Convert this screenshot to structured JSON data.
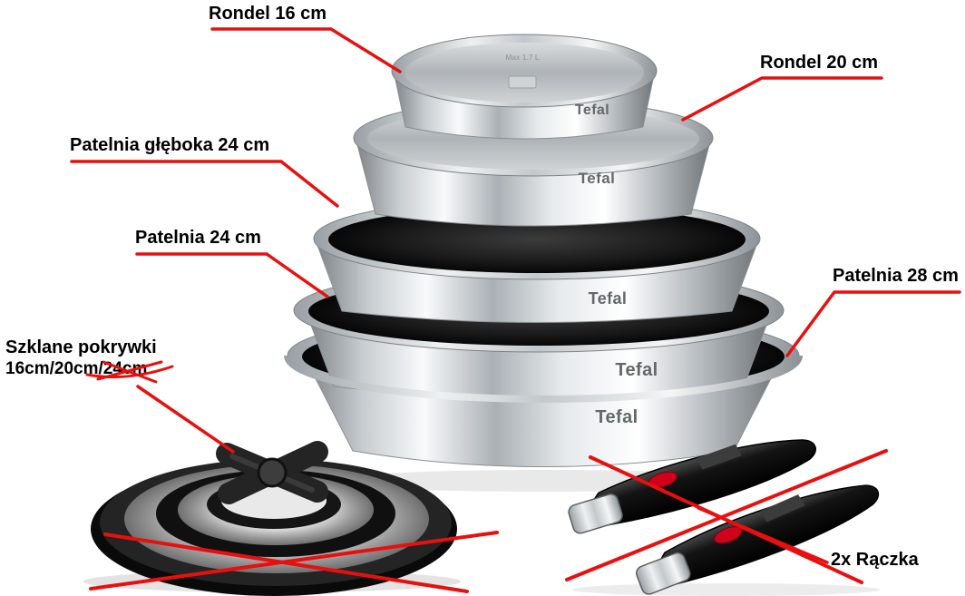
{
  "page": {
    "background": "#ffffff"
  },
  "style": {
    "annotation_color": "#e8100f",
    "label_color": "#000000"
  },
  "brand": {
    "name": "Tefal",
    "max_capacity_label": "Max 1.7 L"
  },
  "labels": {
    "rondel_16": "Rondel 16 cm",
    "rondel_20": "Rondel 20 cm",
    "patelnia_gleboka_24": "Patelnia głęboka 24 cm",
    "patelnia_24": "Patelnia 24 cm",
    "patelnia_28": "Patelnia 28 cm",
    "pokrywki_line_1": "Szklane pokrywki",
    "pokrywki_line_2_prefix": "16cm/20cm/",
    "pokrywki_line_2_crossed": "24cm",
    "raczka": "2x Rączka"
  }
}
